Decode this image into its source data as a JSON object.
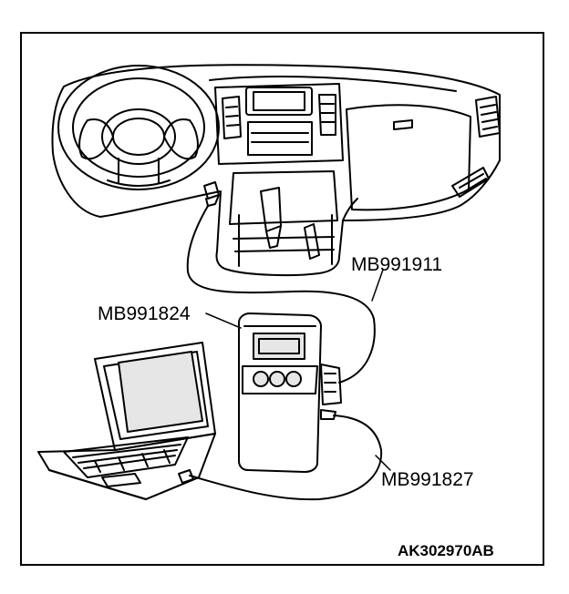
{
  "labels": {
    "cable_top": "MB991911",
    "tool": "MB991824",
    "cable_bottom": "MB991827"
  },
  "figure_ref": "AK302970AB",
  "colors": {
    "ink": "#000000",
    "paper": "#ffffff",
    "tint": "#e6e6e6"
  }
}
